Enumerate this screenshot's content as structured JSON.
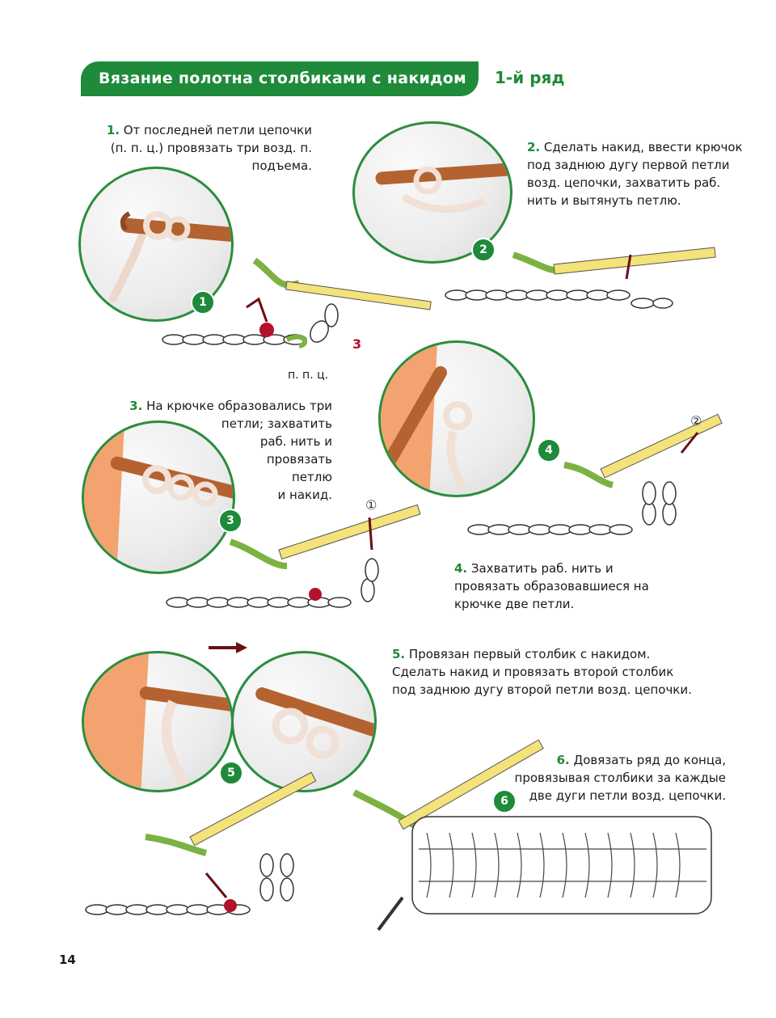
{
  "header": {
    "title": "Вязание полотна столбиками с накидом",
    "row": "1-й ряд"
  },
  "steps": [
    {
      "num": "1.",
      "lines": [
        "От последней петли цепочки",
        "(п. п. ц.) провязать три возд. п.",
        "подъема."
      ]
    },
    {
      "num": "2.",
      "lines": [
        "Сделать накид, ввести крючок",
        "под заднюю дугу первой петли",
        "возд. цепочки, захватить раб.",
        "нить и вытянуть петлю."
      ]
    },
    {
      "num": "3.",
      "lines": [
        "На крючке образовались три",
        "петли; захватить",
        "раб. нить и",
        "провязать",
        "петлю",
        "и накид."
      ]
    },
    {
      "num": "4.",
      "lines": [
        "Захватить раб. нить и",
        "провязать образовавшиеся на",
        "крючке две петли."
      ]
    },
    {
      "num": "5.",
      "lines": [
        "Провязан первый столбик с накидом.",
        "Сделать накид и провязать второй столбик",
        "под заднюю дугу второй петли возд. цепочки."
      ]
    },
    {
      "num": "6.",
      "lines": [
        "Довязать ряд до конца,",
        "провязывая столбики за каждые",
        "две дуги петли возд. цепочки."
      ]
    }
  ],
  "badges": [
    "1",
    "2",
    "3",
    "4",
    "5",
    "6"
  ],
  "markers": {
    "ppc": "п. п. ц.",
    "three": "3",
    "circ1": "①",
    "circ2": "②"
  },
  "page_number": "14",
  "colors": {
    "green": "#1e8a3a",
    "yarn": "#7bb241",
    "hook": "#f4e27a",
    "red": "#b3122a",
    "copper": "#b4622f"
  }
}
